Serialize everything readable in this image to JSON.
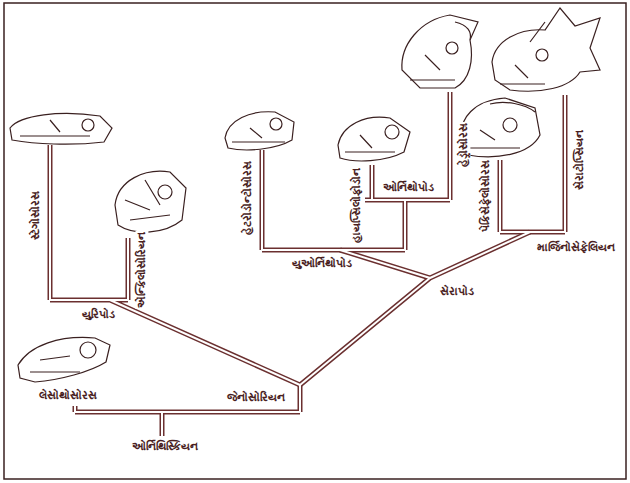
{
  "diagram": {
    "labels": [
      "ઓર્નિથિસ્કિયન",
      "લેસોથોસોરસ",
      "જેનોસોરિયન",
      "યુરિપોડ",
      "સ્ટેગોસોરસ",
      "એન્કિલોસોરિયન",
      "સેરાપોડ",
      "યુઓર્નિથોપોડ",
      "હેટરોડોન્ટોસોરસ",
      "હાયપ્સિલોફોડોન",
      "ઓર્નિથોપોડ",
      "હેડ્રોસોરસ",
      "માર્જિનોસેફેલિયન",
      "પેકિસેફેલોસોરસ",
      "સેરાટોપ્સિયન"
    ]
  }
}
